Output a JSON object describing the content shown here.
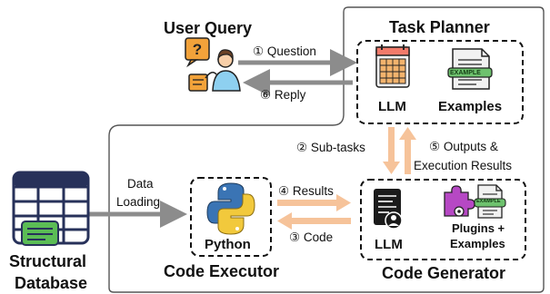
{
  "user_query": {
    "title": "User Query"
  },
  "task_planner": {
    "title": "Task Planner",
    "llm_label": "LLM",
    "examples_label": "Examples",
    "example_badge": "EXAMPLE"
  },
  "edges": {
    "question": "① Question",
    "reply": "⑥ Reply",
    "subtasks": "② Sub-tasks",
    "outputs_line1": "⑤ Outputs &",
    "outputs_line2": "Execution Results",
    "results": "④ Results",
    "code": "③ Code",
    "data_loading_line1": "Data",
    "data_loading_line2": "Loading"
  },
  "code_executor": {
    "title": "Code Executor",
    "python_label": "Python"
  },
  "code_generator": {
    "title": "Code Generator",
    "llm_label": "LLM",
    "plugins_line1": "Plugins +",
    "plugins_line2": "Examples",
    "example_badge": "EXAMPLE"
  },
  "database": {
    "line1": "Structural",
    "line2": "Database"
  },
  "colors": {
    "arrow_orange": "#f6c39a",
    "arrow_grey": "#8c8c8c",
    "python_blue": "#3a74b4",
    "python_yellow": "#f2c93c",
    "puzzle_purple": "#b648c4",
    "badge_green": "#6ec26e",
    "db_navy": "#27315a",
    "db_green": "#5bbd55"
  }
}
